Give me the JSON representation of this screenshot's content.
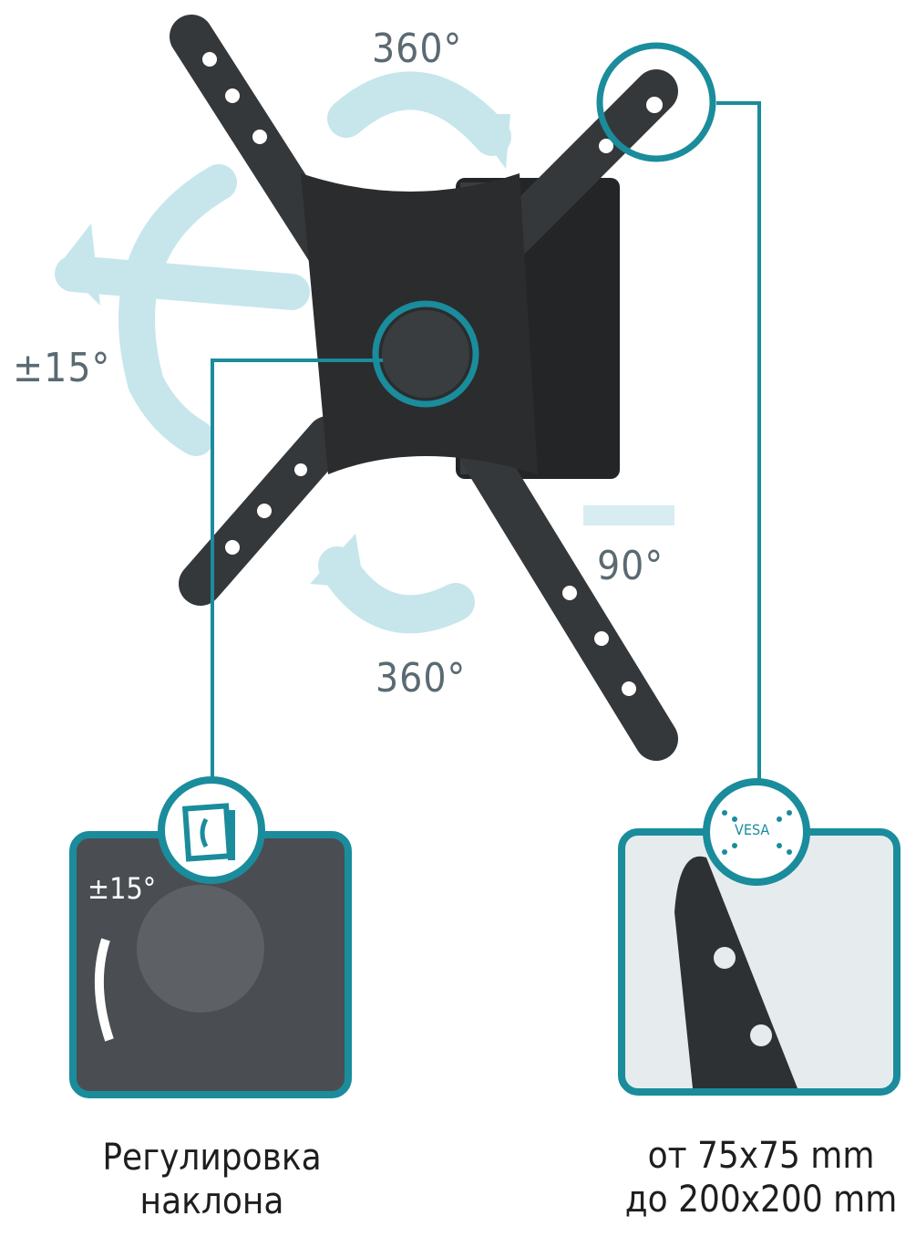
{
  "labels": {
    "rotate_top": "360°",
    "rotate_bottom": "360°",
    "tilt": "±15°",
    "swivel": "90°"
  },
  "tilt_panel": {
    "badge_icon": "tilt-screen-icon",
    "inner_label": "±15°",
    "caption_line1": "Регулировка",
    "caption_line2": "наклона"
  },
  "vesa_panel": {
    "badge_text": "VESA",
    "caption_line1": "от 75x75 mm",
    "caption_line2": "до 200x200 mm"
  },
  "colors": {
    "accent": "#1a8c9c",
    "arrow": "#bfe3ea",
    "metal": "#2e3134",
    "label": "#5b6a72"
  }
}
